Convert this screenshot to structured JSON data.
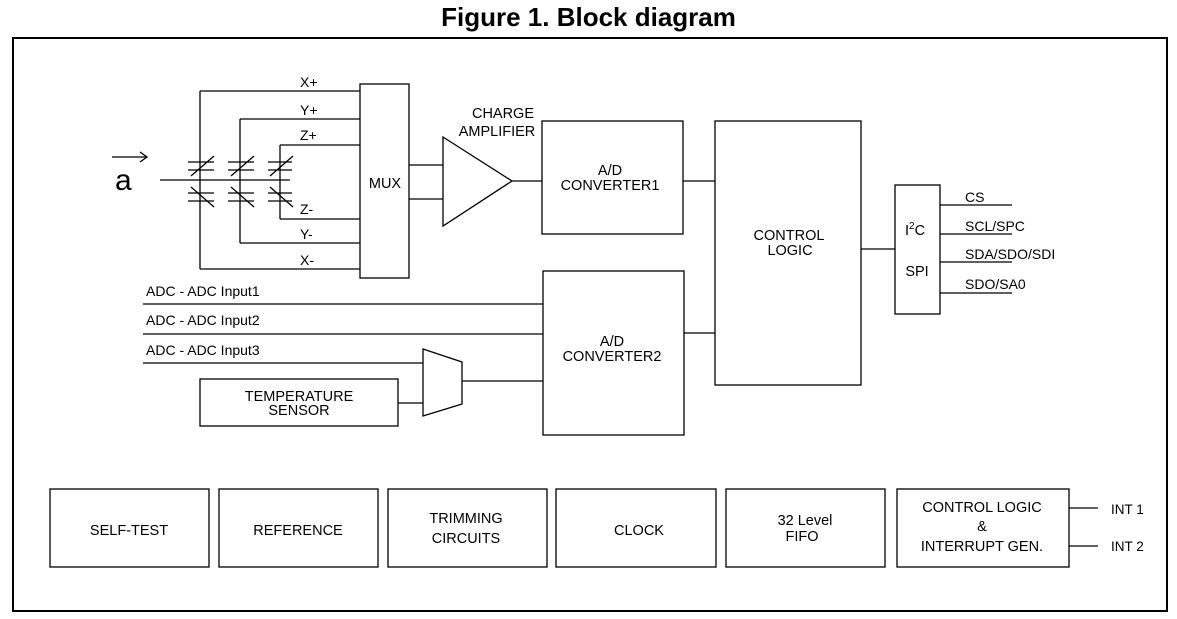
{
  "title": "Figure 1. Block diagram",
  "sensor": {
    "accel_symbol": "a",
    "axes": [
      "X+",
      "Y+",
      "Z+",
      "Z-",
      "Y-",
      "X-"
    ]
  },
  "blocks": {
    "mux": "MUX",
    "charge_amp": [
      "CHARGE",
      "AMPLIFIER"
    ],
    "adc1": [
      "A/D",
      "CONVERTER1"
    ],
    "adc2": [
      "A/D",
      "CONVERTER2"
    ],
    "control_logic": [
      "CONTROL",
      "LOGIC"
    ],
    "iface_i2c": "I",
    "iface_i2c_sup": "2",
    "iface_i2c_c": "C",
    "iface_spi": "SPI",
    "temp_sensor": [
      "TEMPERATURE",
      "SENSOR"
    ]
  },
  "adc_inputs": [
    "ADC - ADC Input1",
    "ADC - ADC Input2",
    "ADC - ADC Input3"
  ],
  "pins": [
    "CS",
    "SCL/SPC",
    "SDA/SDO/SDI",
    "SDO/SA0"
  ],
  "bottom_blocks": {
    "self_test": "SELF-TEST",
    "reference": "REFERENCE",
    "trimming": [
      "TRIMMING",
      "CIRCUITS"
    ],
    "clock": "CLOCK",
    "fifo": [
      "32 Level",
      "FIFO"
    ],
    "ctrl_int": [
      "CONTROL LOGIC",
      "&",
      "INTERRUPT GEN."
    ]
  },
  "interrupts": [
    "INT 1",
    "INT 2"
  ]
}
